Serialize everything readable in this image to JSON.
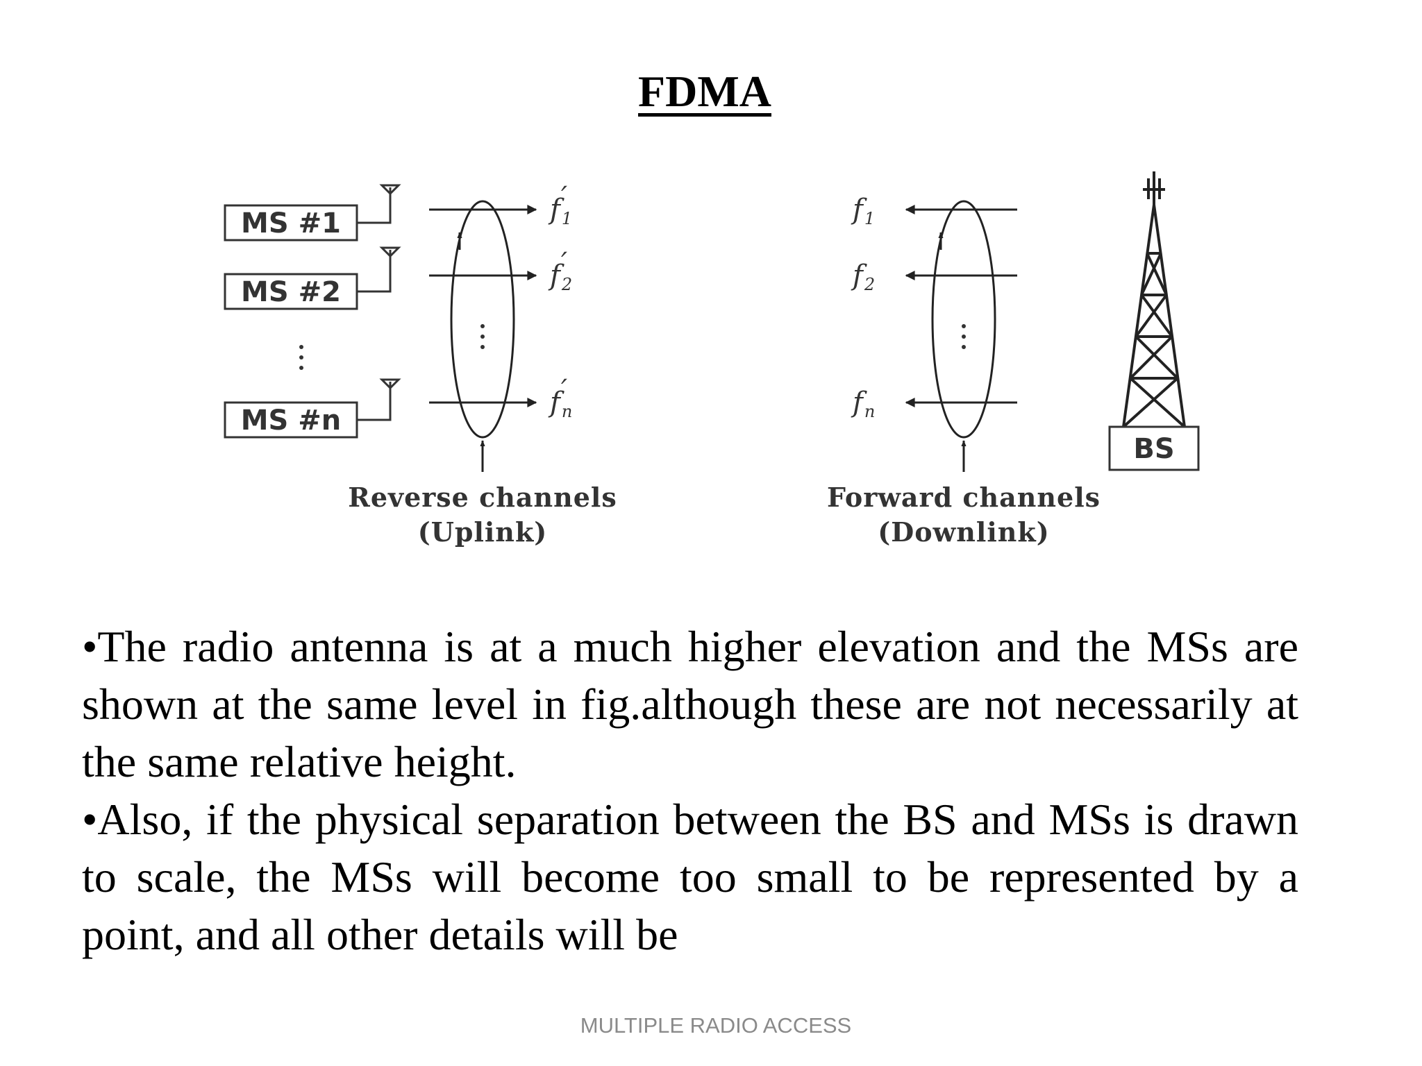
{
  "title": "FDMA",
  "diagram": {
    "mobile_stations": [
      "MS #1",
      "MS #2",
      "MS #n"
    ],
    "uplink_freqs": [
      "f",
      "f",
      "f"
    ],
    "uplink_subs": [
      "1",
      "2",
      "n"
    ],
    "downlink_freqs": [
      "f",
      "f",
      "f"
    ],
    "downlink_subs": [
      "1",
      "2",
      "n"
    ],
    "base_station": "BS",
    "reverse_caption": "Reverse channels",
    "reverse_sub": "(Uplink)",
    "forward_caption": "Forward channels",
    "forward_sub": "(Downlink)"
  },
  "bullets": [
    "•The radio antenna is at a much higher elevation and the MSs are shown at the same level in fig.although these are not necessarily at the same relative height.",
    "•Also, if the physical separation between the BS and MSs is drawn to scale, the MSs will become too small to be represented by a point, and all other details will be"
  ],
  "footer": "MULTIPLE RADIO ACCESS"
}
